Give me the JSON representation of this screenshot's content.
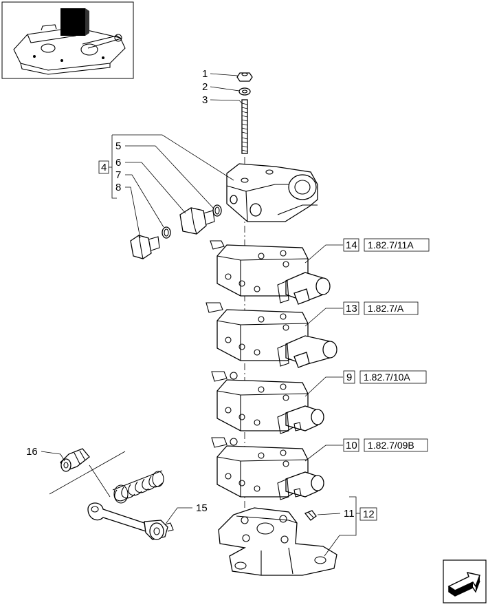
{
  "callouts": [
    {
      "id": "c1",
      "label": "1"
    },
    {
      "id": "c2",
      "label": "2"
    },
    {
      "id": "c3",
      "label": "3"
    },
    {
      "id": "c4",
      "label": "4"
    },
    {
      "id": "c5",
      "label": "5"
    },
    {
      "id": "c6",
      "label": "6"
    },
    {
      "id": "c7",
      "label": "7"
    },
    {
      "id": "c8",
      "label": "8"
    },
    {
      "id": "c9",
      "label": "9"
    },
    {
      "id": "c10",
      "label": "10"
    },
    {
      "id": "c11",
      "label": "11"
    },
    {
      "id": "c12",
      "label": "12"
    },
    {
      "id": "c13",
      "label": "13"
    },
    {
      "id": "c14",
      "label": "14"
    },
    {
      "id": "c15",
      "label": "15"
    },
    {
      "id": "c16",
      "label": "16"
    }
  ],
  "references": [
    {
      "item": "14",
      "ref": "1.82.7/11A"
    },
    {
      "item": "13",
      "ref": "1.82.7/A"
    },
    {
      "item": "9",
      "ref": "1.82.7/10A"
    },
    {
      "item": "10",
      "ref": "1.82.7/09B"
    }
  ],
  "thumbnail": {
    "icon": "tractor-rear-lift-thumbnail-icon"
  },
  "nav": {
    "icon": "next-page-arrow-icon"
  }
}
